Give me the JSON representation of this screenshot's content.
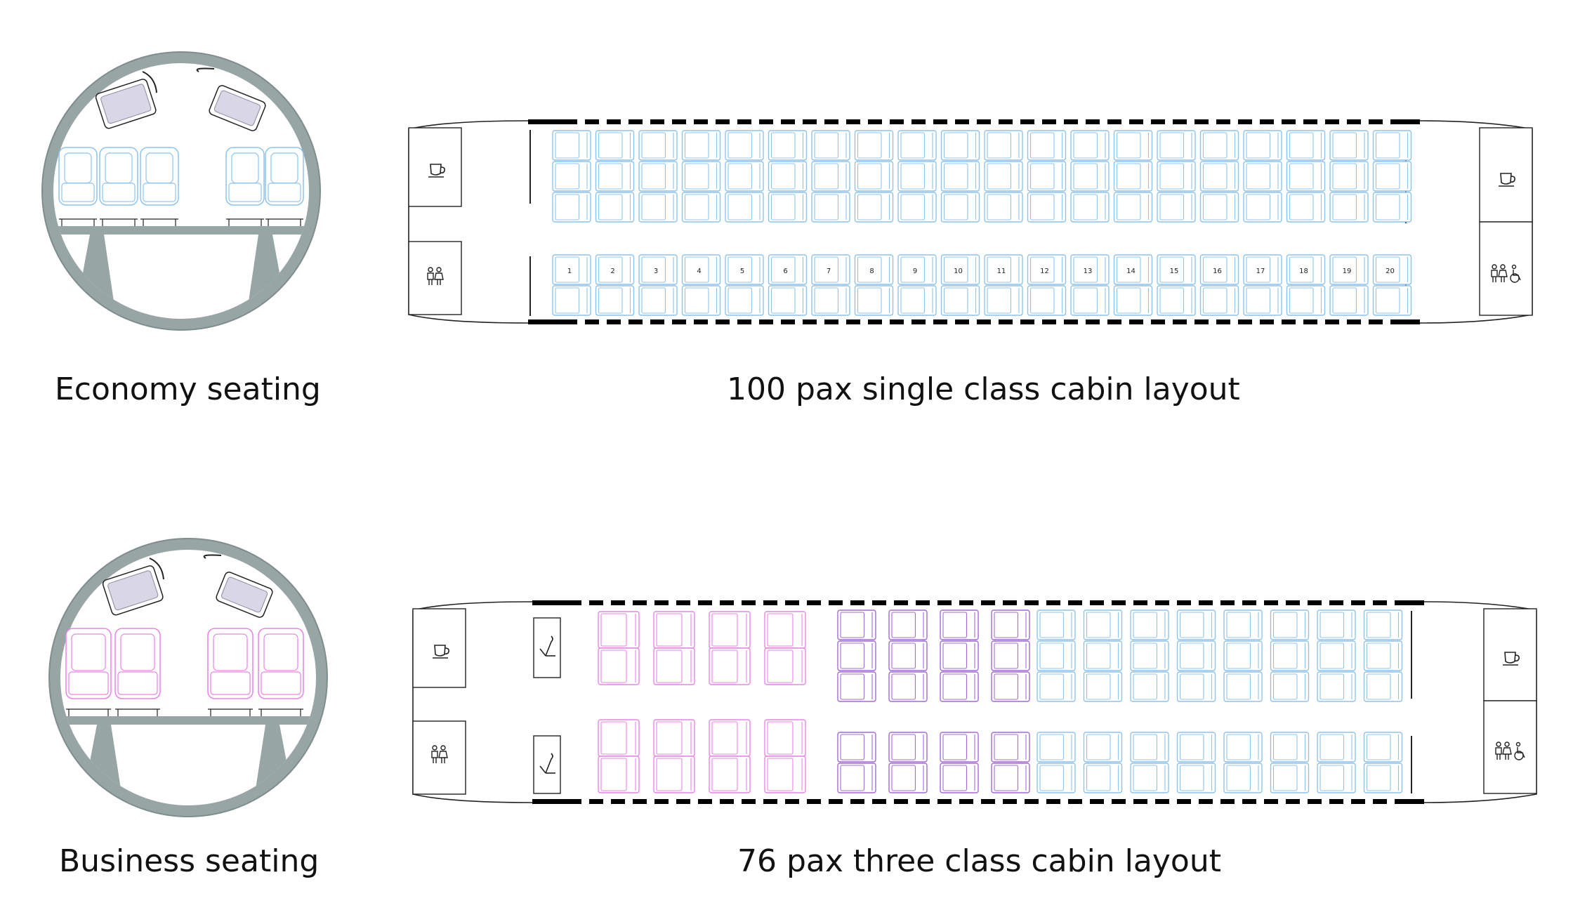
{
  "captions": {
    "economy_seating": "Economy seating",
    "single_class": "100 pax single class cabin layout",
    "business_seating": "Business seating",
    "three_class": "76 pax three class cabin layout"
  },
  "layout_single_class": {
    "rows": 20,
    "row_numbers": [
      "1",
      "2",
      "3",
      "4",
      "5",
      "6",
      "7",
      "8",
      "9",
      "10",
      "11",
      "12",
      "13",
      "14",
      "15",
      "16",
      "17",
      "18",
      "19",
      "20"
    ],
    "seats_per_row_upper": 3,
    "seats_per_row_lower": 2,
    "seat_class": "economy"
  },
  "layout_three_class": {
    "sections": [
      {
        "class": "business",
        "rows": 4,
        "seats_upper": 2,
        "seats_lower": 2
      },
      {
        "class": "premium",
        "rows": 4,
        "seats_upper": 3,
        "seats_lower": 2
      },
      {
        "class": "economy",
        "rows": 8,
        "seats_upper": 3,
        "seats_lower": 2
      }
    ]
  },
  "icons": {
    "galley": "coffee-cup-icon",
    "lavatory": "restroom-icon",
    "accessible_lavatory": "accessible-restroom-icon",
    "closet": "coat-hanger-icon"
  },
  "colors": {
    "economy": "#8ec4ec",
    "premium": "#a46ad8",
    "business": "#e983e6",
    "fuselage": "#97a5a4",
    "overhead_bin": "#d9d6e6",
    "outline": "#222222"
  }
}
